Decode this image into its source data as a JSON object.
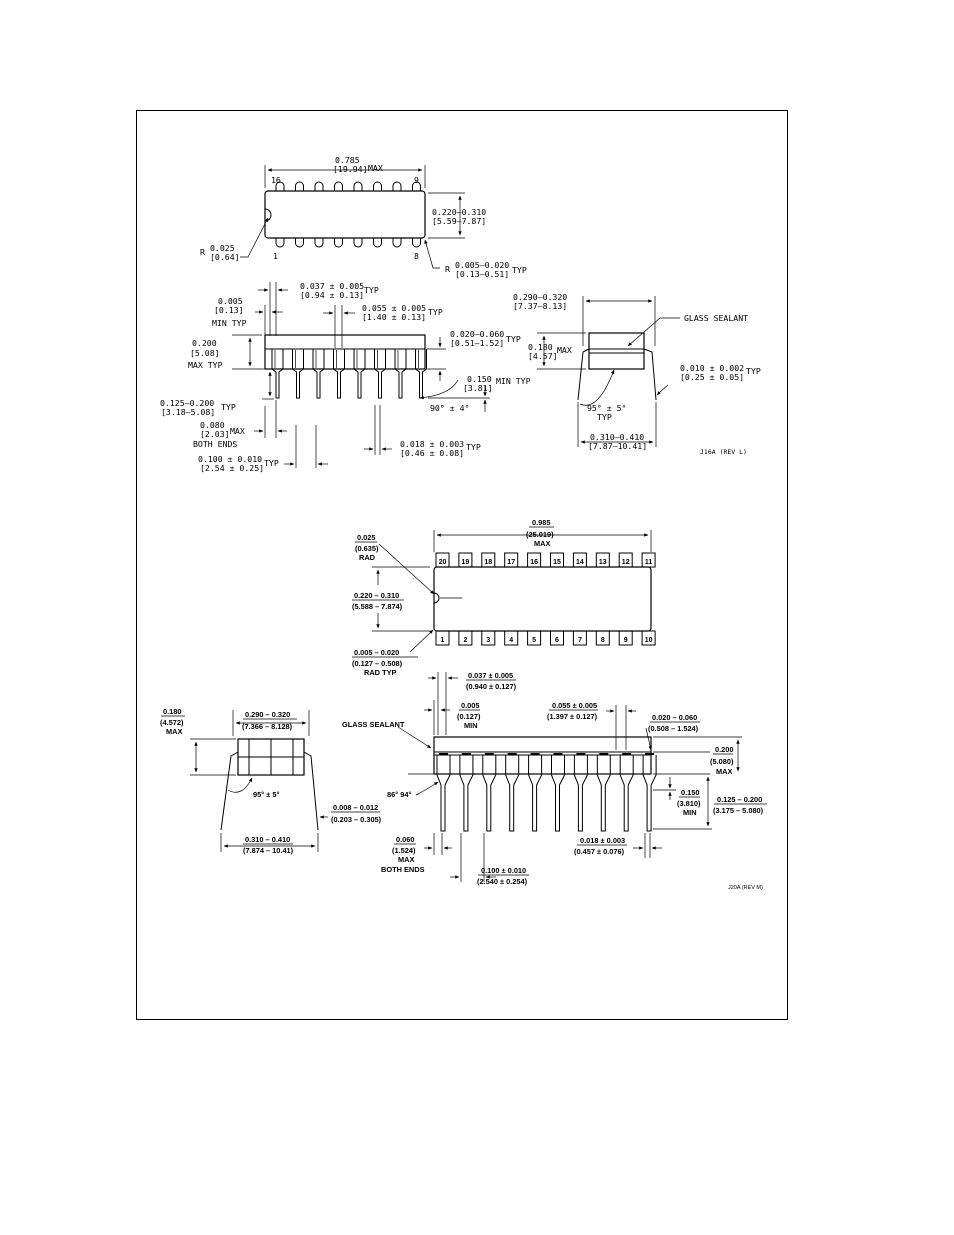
{
  "package_16": {
    "top_view": {
      "length_in": "0.785",
      "length_mm": "[19.94]",
      "length_note": "MAX",
      "pin_16": "16",
      "pin_9": "9",
      "pin_1": "1",
      "pin_8": "8",
      "width_in": "0.220–0.310",
      "width_mm": "[5.59–7.87]",
      "notch_r_prefix": "R",
      "notch_r_in": "0.025",
      "notch_r_mm": "[0.64]",
      "corner_r_prefix": "R",
      "corner_r_in": "0.005–0.020",
      "corner_r_note": "TYP",
      "corner_r_mm": "[0.13–0.51]"
    },
    "side_view": {
      "shoulder_in": "0.037 ± 0.005",
      "shoulder_note": "TYP",
      "shoulder_mm": "[0.94 ± 0.13]",
      "lead_wide_in": "0.055 ± 0.005",
      "lead_wide_note": "TYP",
      "lead_wide_mm": "[1.40 ± 0.13]",
      "min_gap_in": "0.005",
      "min_gap_mm": "[0.13]",
      "min_gap_note": "MIN TYP",
      "height_in": "0.200",
      "height_mm": "[5.08]",
      "height_note": "MAX TYP",
      "standoff_in": "0.020–0.060",
      "standoff_note": "TYP",
      "standoff_mm": "[0.51–1.52]",
      "seat_in": "0.150",
      "seat_note": "MIN TYP",
      "seat_mm": "[3.81]",
      "lead_len_in": "0.125–0.200",
      "lead_len_note": "TYP",
      "lead_len_mm": "[3.18–5.08]",
      "angle": "90° ± 4°",
      "end_in": "0.080",
      "end_note": "MAX",
      "end_mm": "[2.03]",
      "end_note2": "BOTH ENDS",
      "lead_dia_in": "0.018 ± 0.003",
      "lead_dia_note": "TYP",
      "lead_dia_mm": "[0.46 ± 0.08]",
      "pitch_in": "0.100 ± 0.010",
      "pitch_note": "TYP",
      "pitch_mm": "[2.54 ± 0.25]"
    },
    "end_view": {
      "width_in": "0.290–0.320",
      "width_mm": "[7.37–8.13]",
      "sealant": "GLASS SEALANT",
      "height_in": "0.180",
      "height_note": "MAX",
      "height_mm": "[4.57]",
      "lead_th_in": "0.010 ± 0.002",
      "lead_th_note": "TYP",
      "lead_th_mm": "[0.25 ± 0.05]",
      "angle": "95° ± 5°",
      "angle_note": "TYP",
      "span_in": "0.310–0.410",
      "span_mm": "[7.87–10.41]"
    },
    "ref": "J16A (REV L)"
  },
  "package_20": {
    "top_view": {
      "length_in": "0.985",
      "length_mm": "(25.019)",
      "length_note": "MAX",
      "notch_in": "0.025",
      "notch_mm": "(0.635)",
      "notch_note": "RAD",
      "width_in": "0.220 – 0.310",
      "width_mm": "(5.588 – 7.874)",
      "corner_in": "0.005 – 0.020",
      "corner_mm": "(0.127 – 0.508)",
      "corner_note": "RAD TYP",
      "top_pins": [
        "20",
        "19",
        "18",
        "17",
        "16",
        "15",
        "14",
        "13",
        "12",
        "11"
      ],
      "bottom_pins": [
        "1",
        "2",
        "3",
        "4",
        "5",
        "6",
        "7",
        "8",
        "9",
        "10"
      ]
    },
    "end_view": {
      "height_in": "0.180",
      "height_mm": "(4.572)",
      "height_note": "MAX",
      "width_in": "0.290 – 0.320",
      "width_mm": "(7.366 – 8.128)",
      "angle": "95° ± 5°",
      "lead_th_in": "0.008 – 0.012",
      "lead_th_mm": "(0.203 – 0.305)",
      "span_in": "0.310 – 0.410",
      "span_mm": "(7.874 – 10.41)"
    },
    "side_view": {
      "shoulder_in": "0.037 ± 0.005",
      "shoulder_mm": "(0.940 ± 0.127)",
      "min_gap_in": "0.005",
      "min_gap_mm": "(0.127)",
      "min_gap_note": "MIN",
      "lead_wide_in": "0.055 ± 0.005",
      "lead_wide_mm": "(1.397 ± 0.127)",
      "standoff_in": "0.020 – 0.060",
      "standoff_mm": "(0.508 – 1.524)",
      "sealant": "GLASS SEALANT",
      "height_in": "0.200",
      "height_mm": "(5.080)",
      "height_note": "MAX",
      "angle": "86° 94°",
      "seat_in": "0.150",
      "seat_mm": "(3.810)",
      "seat_note": "MIN",
      "lead_len_in": "0.125 – 0.200",
      "lead_len_mm": "(3.175 – 5.080)",
      "end_in": "0.060",
      "end_mm": "(1.524)",
      "end_note": "MAX",
      "end_note2": "BOTH ENDS",
      "lead_dia_in": "0.018 ± 0.003",
      "lead_dia_mm": "(0.457 ± 0.076)",
      "pitch_in": "0.100 ± 0.010",
      "pitch_mm": "(2.540 ± 0.254)"
    },
    "ref": "J20A (REV M)"
  }
}
